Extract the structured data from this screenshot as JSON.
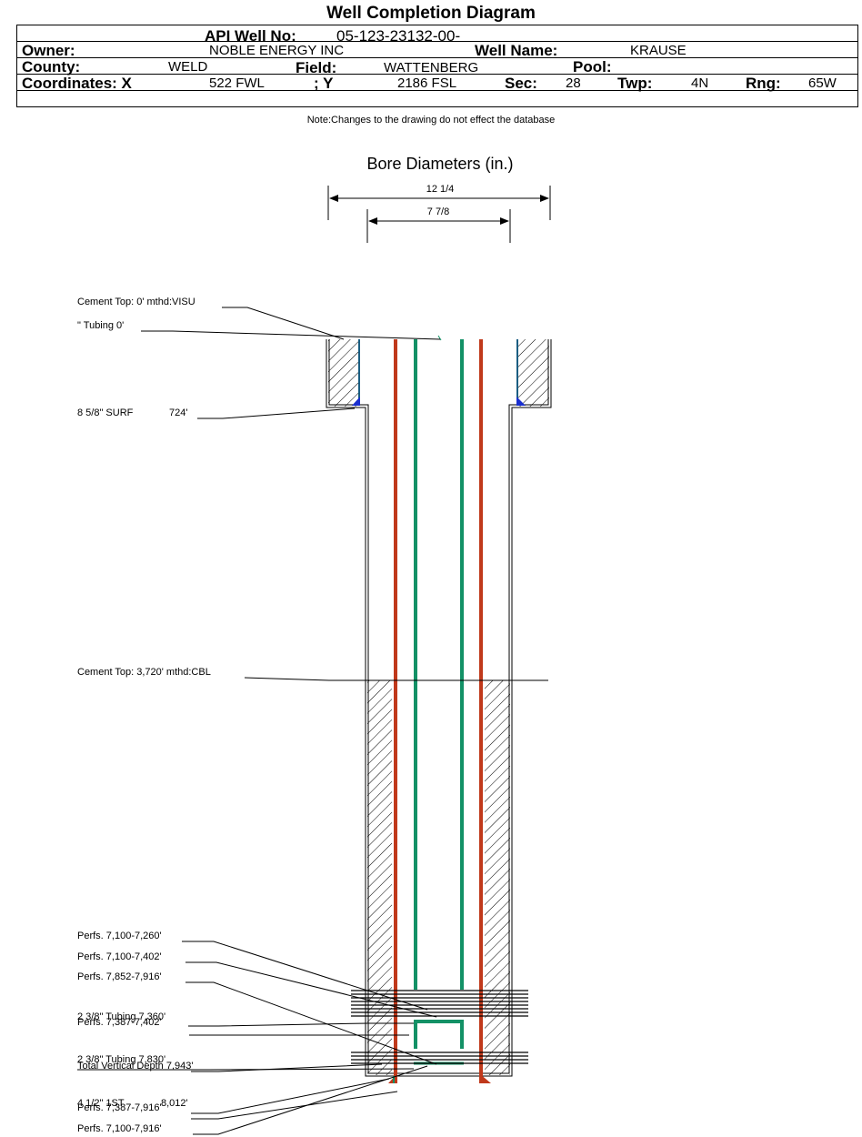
{
  "title": "Well Completion Diagram",
  "header": {
    "api_label": "API Well No:",
    "api_value": "05-123-23132-00-",
    "owner_label": "Owner:",
    "owner_value": "NOBLE ENERGY INC",
    "well_name_label": "Well Name:",
    "well_name_value": "KRAUSE",
    "county_label": "County:",
    "county_value": "WELD",
    "field_label": "Field:",
    "field_value": "WATTENBERG",
    "pool_label": "Pool:",
    "pool_value": "",
    "coord_x_label": "Coordinates: X",
    "coord_x_value": "522 FWL",
    "coord_y_label": "; Y",
    "coord_y_value": "2186 FSL",
    "sec_label": "Sec:",
    "sec_value": "28",
    "twp_label": "Twp:",
    "twp_value": "4N",
    "rng_label": "Rng:",
    "rng_value": "65W"
  },
  "note": "Note:Changes to the drawing do not effect the database",
  "bore": {
    "title": "Bore Diameters (in.)",
    "outer": "12 1/4",
    "inner": "7 7/8"
  },
  "annotations": {
    "cement_top_surface": "Cement Top: 0' mthd:VISU",
    "tubing_top": "\" Tubing 0'",
    "surface_casing": "8 5/8\" SURF",
    "surface_casing_depth": "724'",
    "cement_top_cbl": "Cement Top: 3,720' mthd:CBL",
    "perfs_1": "Perfs. 7,100-7,260'",
    "perfs_2": "Perfs. 7,100-7,402'",
    "perfs_3": "Perfs. 7,852-7,916'",
    "tubing_7360": "2 3/8\" Tubing 7,360'",
    "perfs_4": "Perfs. 7,387-7,402'",
    "tubing_7830": "2 3/8\" Tubing 7,830'",
    "total_depth": "Total Vertical Depth 7,943'",
    "production_casing": "4 1/2\" 1ST",
    "production_casing_depth": "8,012'",
    "perfs_5": "Perfs. 7,387-7,916'",
    "perfs_6": "Perfs. 7,100-7,916'"
  },
  "colors": {
    "production_casing": "#c0391b",
    "tubing": "#139166",
    "cement_shoe": "#1a2fd0",
    "casing_line": "#1b5e82"
  }
}
